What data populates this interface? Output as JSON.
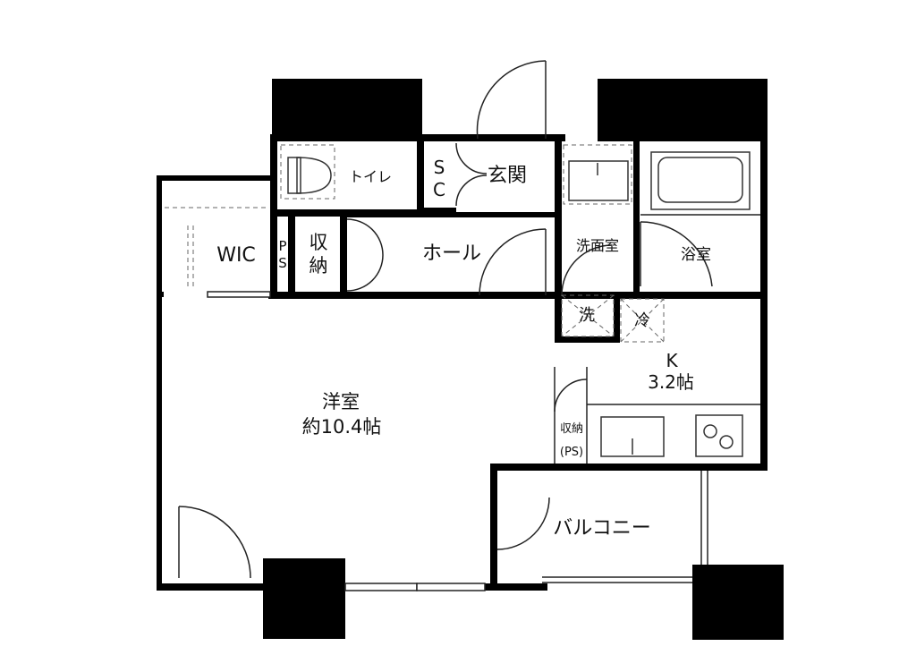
{
  "rooms": {
    "toilet": "トイレ",
    "sc_top": "S",
    "sc_bottom": "C",
    "entrance": "玄関",
    "washroom": "洗面室",
    "bath": "浴室",
    "wic": "WIC",
    "ps_top": "P",
    "ps_bottom": "S",
    "storage_top": "収",
    "storage_bottom": "納",
    "hall": "ホール",
    "washer": "洗",
    "fridge": "冷",
    "kitchen_name": "K",
    "kitchen_size": "3.2帖",
    "western_name": "洋室",
    "western_size": "約10.4帖",
    "kitchen_storage_top": "収納",
    "kitchen_storage_bottom": "(PS)",
    "balcony": "バルコニー"
  },
  "colors": {
    "wall": "#000000",
    "background": "#ffffff",
    "line": "#222222"
  }
}
